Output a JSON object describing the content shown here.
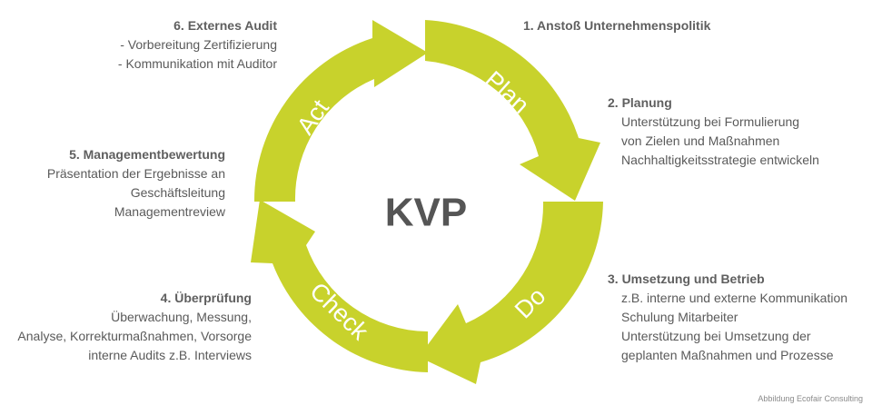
{
  "center_label": "KVP",
  "phases": {
    "plan": "Plan",
    "do": "Do",
    "check": "Check",
    "act": "Act"
  },
  "colors": {
    "arrow": "#c8d22c",
    "phase_text": "#ffffff",
    "center_text": "#555555",
    "body_text": "#5a5a5a"
  },
  "steps": {
    "s1": {
      "title": "1. Anstoß Unternehmenspolitik",
      "lines": []
    },
    "s2": {
      "title": "2. Planung",
      "lines": [
        "Unterstützung bei Formulierung",
        "von Zielen und Maßnahmen",
        "Nachhaltigkeitsstrategie entwickeln"
      ]
    },
    "s3": {
      "title": "3. Umsetzung und Betrieb",
      "lines": [
        "z.B. interne und externe Kommunikation",
        "Schulung Mitarbeiter",
        "Unterstützung bei Umsetzung der",
        "geplanten Maßnahmen und Prozesse"
      ]
    },
    "s4": {
      "title": "4. Überprüfung",
      "lines": [
        "Überwachung, Messung,",
        "Analyse, Korrekturmaßnahmen, Vorsorge",
        "interne Audits z.B. Interviews"
      ]
    },
    "s5": {
      "title": "5. Managementbewertung",
      "lines": [
        "Präsentation der Ergebnisse an",
        "Geschäftsleitung",
        "Managementreview"
      ]
    },
    "s6": {
      "title": "6. Externes Audit",
      "lines": [
        "- Vorbereitung Zertifizierung",
        "- Kommunikation mit Auditor"
      ]
    }
  },
  "credit": "Abbildung Ecofair Consulting"
}
